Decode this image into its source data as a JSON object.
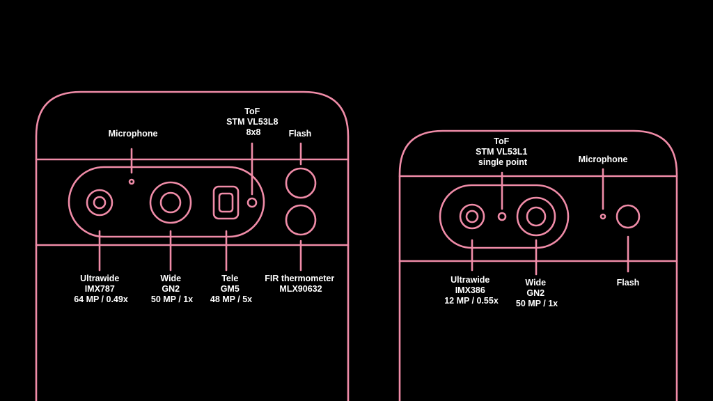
{
  "colors": {
    "background": "#000000",
    "outline": "#f08ca8",
    "label": "#ffffff"
  },
  "phone_left": {
    "labels": {
      "microphone": "Microphone",
      "tof": [
        "ToF",
        "STM VL53L8",
        "8x8"
      ],
      "flash": "Flash",
      "ultrawide": [
        "Ultrawide",
        "IMX787",
        "64 MP / 0.49x"
      ],
      "wide": [
        "Wide",
        "GN2",
        "50 MP / 1x"
      ],
      "tele": [
        "Tele",
        "GM5",
        "48 MP / 5x"
      ],
      "fir": [
        "FIR thermometer",
        "MLX90632"
      ]
    }
  },
  "phone_right": {
    "labels": {
      "tof": [
        "ToF",
        "STM VL53L1",
        "single point"
      ],
      "microphone": "Microphone",
      "ultrawide": [
        "Ultrawide",
        "IMX386",
        "12 MP / 0.55x"
      ],
      "wide": [
        "Wide",
        "GN2",
        "50 MP / 1x"
      ],
      "flash": "Flash"
    }
  }
}
